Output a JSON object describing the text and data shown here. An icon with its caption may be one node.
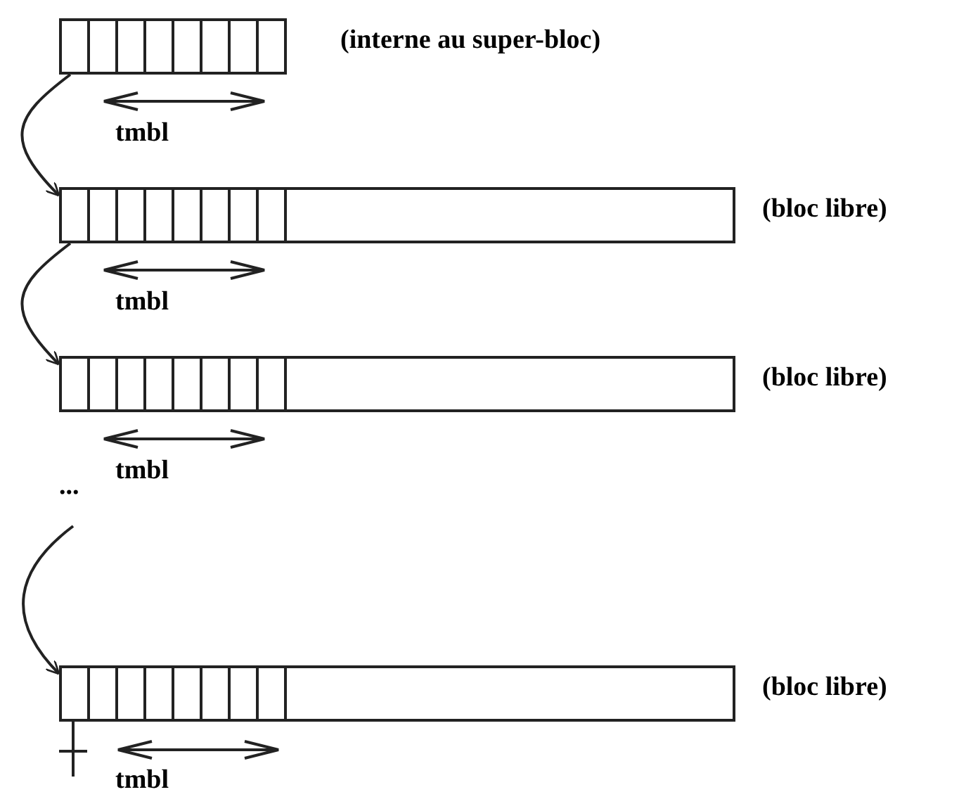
{
  "diagram": {
    "nodes": [
      {
        "text": [],
        "shape": "box",
        "beside": [
          "(interne au super-bloc)"
        ]
      },
      {
        "text": [],
        "shape": "box",
        "beside": [
          "(bloc libre)"
        ]
      },
      {
        "text": [],
        "shape": "box",
        "beside": [
          "(bloc libre)"
        ]
      },
      {
        "text": [],
        "shape": "box",
        "beside": [
          "(bloc libre)"
        ]
      }
    ],
    "edges": [
      {
        "from": 0,
        "to": 1,
        "arrow": "to"
      },
      {
        "from": 1,
        "to": 2,
        "arrow": "to"
      },
      {
        "from": null,
        "to": 3,
        "arrow": "to"
      }
    ],
    "labels": [
      "tmbl",
      "tmbl",
      "tmbl",
      "...",
      "tmbl"
    ]
  }
}
